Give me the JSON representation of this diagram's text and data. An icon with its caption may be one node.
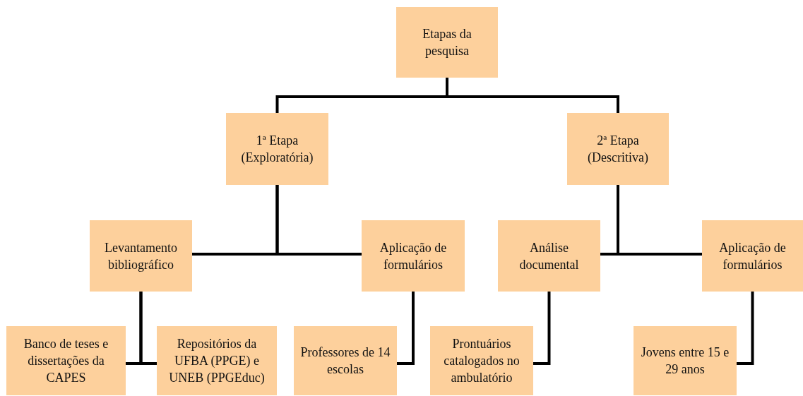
{
  "diagram": {
    "nodes": [
      {
        "text": [
          "Etapas da pesquisa"
        ]
      },
      {
        "text": [
          "1ª Etapa (Exploratória)"
        ]
      },
      {
        "text": [
          "2ª Etapa (Descritiva)"
        ]
      },
      {
        "text": [
          "Levantamento bibliográfico"
        ]
      },
      {
        "text": [
          "Aplicação de formulários"
        ]
      },
      {
        "text": [
          "Análise documental"
        ]
      },
      {
        "text": [
          "Aplicação de formulários"
        ]
      },
      {
        "text": [
          "Banco de teses e dissertações da CAPES"
        ]
      },
      {
        "text": [
          "Repositórios da UFBA (PPGE) e UNEB (PPGEduc)"
        ]
      },
      {
        "text": [
          "Professores de 14 escolas"
        ]
      },
      {
        "text": [
          "Prontuários catalogados no ambulatório"
        ]
      },
      {
        "text": [
          "Jovens entre 15 e 29 anos"
        ]
      }
    ],
    "edges": [
      {
        "from": 0,
        "to": 1,
        "arrow": "none"
      },
      {
        "from": 0,
        "to": 2,
        "arrow": "none"
      },
      {
        "from": 1,
        "to": 3,
        "arrow": "none"
      },
      {
        "from": 1,
        "to": 4,
        "arrow": "none"
      },
      {
        "from": 2,
        "to": 5,
        "arrow": "none"
      },
      {
        "from": 2,
        "to": 6,
        "arrow": "none"
      },
      {
        "from": 3,
        "to": 7,
        "arrow": "none"
      },
      {
        "from": 3,
        "to": 8,
        "arrow": "none"
      },
      {
        "from": 4,
        "to": 9,
        "arrow": "none"
      },
      {
        "from": 5,
        "to": 10,
        "arrow": "none"
      },
      {
        "from": 6,
        "to": 11,
        "arrow": "none"
      }
    ]
  }
}
